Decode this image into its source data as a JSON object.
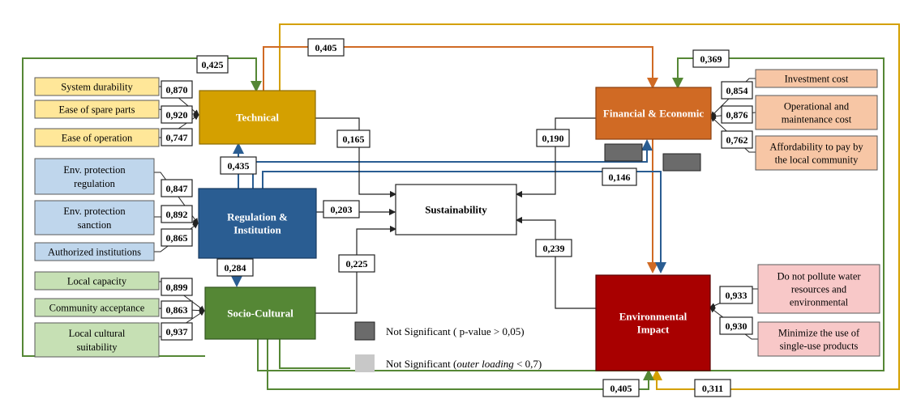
{
  "colors": {
    "technical": "#d4a000",
    "financial": "#d06a24",
    "regulation": "#2a5d92",
    "socio": "#558735",
    "environmental": "#a80000",
    "ind_technical": "#ffe799",
    "ind_financial": "#f7c6a5",
    "ind_regulation": "#bfd6ec",
    "ind_socio": "#c6e0b4",
    "ind_environmental": "#f8c8c8",
    "not_significant_dark": "#6b6b6b",
    "not_significant_light": "#c8c8c8"
  },
  "constructs": {
    "technical": "Technical",
    "financial": "Financial & Economic",
    "regulation_line1": "Regulation &",
    "regulation_line2": "Institution",
    "socio": "Socio-Cultural",
    "environmental_line1": "Environmental",
    "environmental_line2": "Impact",
    "sustainability": "Sustainability"
  },
  "indicators": {
    "technical": [
      {
        "text": "System durability",
        "loading": "0,870"
      },
      {
        "text": "Ease of spare parts",
        "loading": "0,920"
      },
      {
        "text": "Ease of operation",
        "loading": "0,747"
      }
    ],
    "regulation": [
      {
        "line1": "Env. protection",
        "line2": "regulation",
        "loading": "0,847"
      },
      {
        "line1": "Env. protection",
        "line2": "sanction",
        "loading": "0,892"
      },
      {
        "text": "Authorized institutions",
        "loading": "0,865"
      }
    ],
    "socio": [
      {
        "text": "Local capacity",
        "loading": "0,899"
      },
      {
        "text": "Community acceptance",
        "loading": "0,863"
      },
      {
        "line1": "Local cultural",
        "line2": "suitability",
        "loading": "0,937"
      }
    ],
    "financial": [
      {
        "text": "Investment cost",
        "loading": "0,854"
      },
      {
        "line1": "Operational and",
        "line2": "maintenance cost",
        "loading": "0,876"
      },
      {
        "line1": "Affordability to pay by",
        "line2": "the local community",
        "loading": "0,762"
      }
    ],
    "environmental": [
      {
        "line1": "Do not pollute water",
        "line2": "resources and",
        "line3": "environmental",
        "loading": "0,933"
      },
      {
        "line1": "Minimize the use of",
        "line2": "single-use products",
        "loading": "0,930"
      }
    ]
  },
  "paths": {
    "socio_to_technical": "0,425",
    "technical_to_financial": "0,405",
    "financial_to_environmental_outer": "0,369",
    "technical_to_sustainability": "0,165",
    "financial_to_sustainability": "0,190",
    "regulation_to_technical": "0,435",
    "regulation_to_environmental": "0,146",
    "regulation_to_sustainability": "0,203",
    "regulation_to_socio": "0,284",
    "socio_to_sustainability": "0,225",
    "environmental_to_sustainability": "0,239",
    "socio_to_environmental": "0,405",
    "technical_to_environmental": "0,311"
  },
  "legend": {
    "dark_prefix": "Not Significant ( p-value > 0,05)",
    "light_prefix": "Not Significant (",
    "light_italic": "outer loading",
    "light_suffix": " < 0,7)"
  }
}
